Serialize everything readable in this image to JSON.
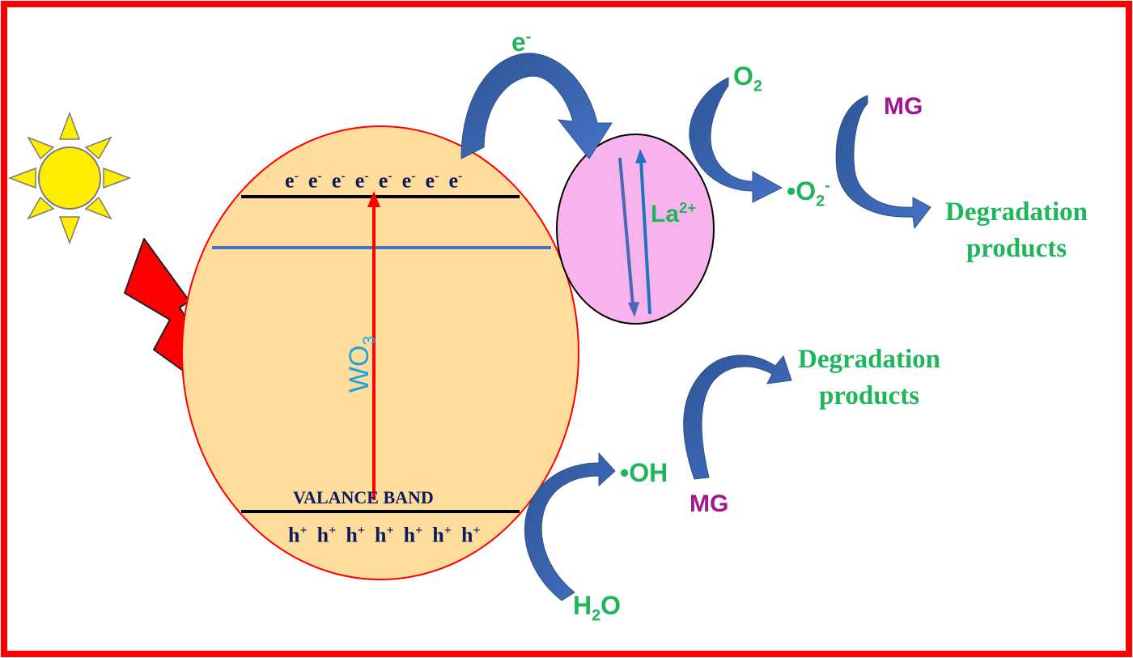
{
  "colors": {
    "frame": "#ff0000",
    "particle_fill": "#fddc9c",
    "la_fill": "#f8b3ec",
    "arrow_blue": "#4472c4",
    "arrow_dark": "#2f5597",
    "label_green": "#1fb55a",
    "label_magenta": "#a0178f",
    "sun": "#ffee00",
    "bolt": "#ff0000"
  },
  "icons": {
    "sun": "sun-icon",
    "lightning": "lightning-bolt-icon"
  },
  "particle": {
    "name_main": "WO",
    "name_sub": "3",
    "valence_band": "VALANCE BAND"
  },
  "electrons": [
    {
      "base": "e",
      "sup": "-"
    },
    {
      "base": "e",
      "sup": "-"
    },
    {
      "base": "e",
      "sup": "-"
    },
    {
      "base": "e",
      "sup": "-"
    },
    {
      "base": "e",
      "sup": "-"
    },
    {
      "base": "e",
      "sup": "-"
    },
    {
      "base": "e",
      "sup": "-"
    },
    {
      "base": "e",
      "sup": "-"
    }
  ],
  "holes": [
    {
      "base": "h",
      "sup": "+"
    },
    {
      "base": "h",
      "sup": "+"
    },
    {
      "base": "h",
      "sup": "+"
    },
    {
      "base": "h",
      "sup": "+"
    },
    {
      "base": "h",
      "sup": "+"
    },
    {
      "base": "h",
      "sup": "+"
    },
    {
      "base": "h",
      "sup": "+"
    }
  ],
  "transfer_electron": {
    "base": "e",
    "sup": "-"
  },
  "dopant": {
    "base": "La",
    "sup": "2+"
  },
  "oxygen": {
    "base": "O",
    "sub": "2"
  },
  "superoxide": {
    "prefix": "•O",
    "sub": "2",
    "sup": "-"
  },
  "hydroxyl": "•OH",
  "water": {
    "pre": "H",
    "sub": "2",
    "post": "O"
  },
  "pollutant_top": "MG",
  "pollutant_bottom": "MG",
  "products_top": {
    "line1": "Degradation",
    "line2": "products"
  },
  "products_bottom": {
    "line1": "Degradation",
    "line2": "products"
  }
}
